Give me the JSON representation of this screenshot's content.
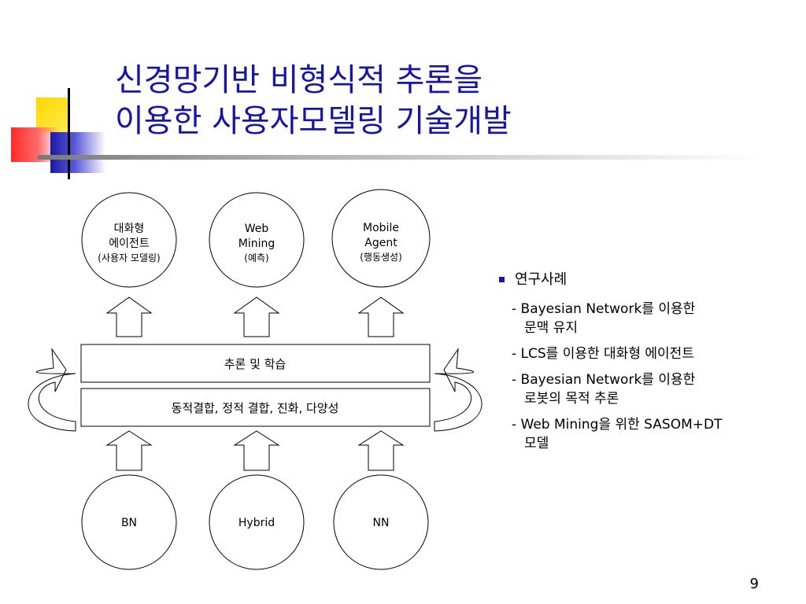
{
  "title": {
    "line1": "신경망기반 비형식적 추론을",
    "line2": "이용한 사용자모델링 기술개발"
  },
  "diagram": {
    "top_nodes": [
      {
        "line1": "대화형",
        "line2": "에이전트",
        "line3": "(사용자 모델링)"
      },
      {
        "line1": "Web",
        "line2": "Mining",
        "line3": "(예측)"
      },
      {
        "line1": "Mobile",
        "line2": "Agent",
        "line3": "(행동생성)"
      }
    ],
    "box_upper": "추론 및 학습",
    "box_lower": "동적결합, 정적 결합, 진화, 다양성",
    "bottom_nodes": [
      "BN",
      "Hybrid",
      "NN"
    ]
  },
  "side_panel": {
    "heading": "연구사례",
    "items": [
      {
        "line1": "- Bayesian Network를 이용한",
        "line2": "문맥 유지"
      },
      {
        "line1": "- LCS를 이용한 대화형 에이전트",
        "line2": ""
      },
      {
        "line1": "- Bayesian Network를 이용한",
        "line2": "로봇의 목적 추론"
      },
      {
        "line1": "- Web Mining을 위한 SASOM+DT",
        "line2": "모델"
      }
    ]
  },
  "page_number": "9",
  "colors": {
    "title": "#1515a6",
    "accent_yellow": "#ffd800",
    "accent_red": "#ff2a2a",
    "accent_blue": "#1a1aa8"
  }
}
